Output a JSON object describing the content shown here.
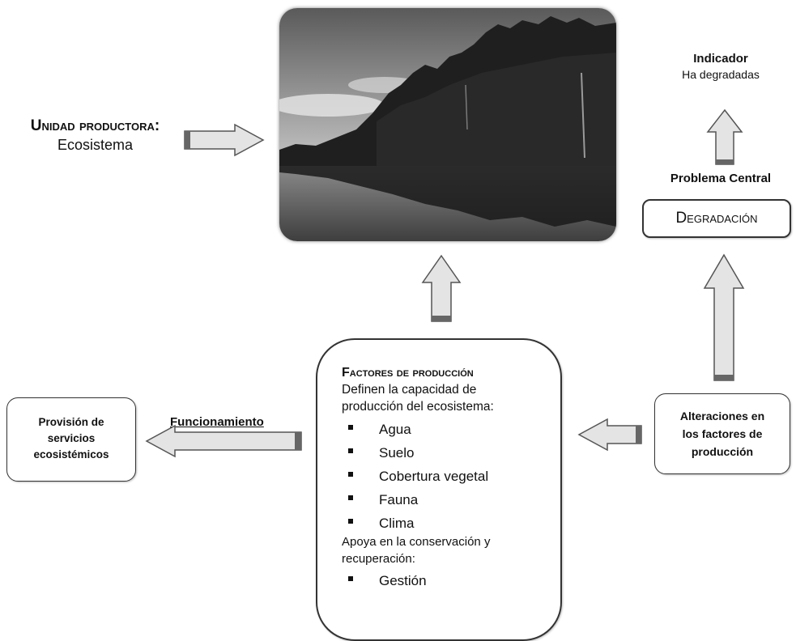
{
  "unidad": {
    "heading": "Unidad productora:",
    "value": "Ecosistema"
  },
  "indicador": {
    "title": "Indicador",
    "value": "Ha degradadas"
  },
  "problema": {
    "label": "Problema Central",
    "value": "Degradación"
  },
  "factores": {
    "heading": "Factores de producción",
    "intro_line1": "Definen la capacidad de",
    "intro_line2": "producción del ecosistema:",
    "items": [
      "Agua",
      "Suelo",
      "Cobertura vegetal",
      "Fauna",
      "Clima"
    ],
    "support_line1": "Apoya en la conservación y",
    "support_line2": "recuperación:",
    "support_items": [
      "Gestión"
    ]
  },
  "provision": {
    "line1": "Provisión de",
    "line2": "servicios",
    "line3": "ecosistémicos"
  },
  "funcionamiento": "Funcionamiento",
  "alteraciones": {
    "line1": "Alteraciones en",
    "line2": "los factores de",
    "line3": "producción"
  },
  "photo": {
    "subject": "forest-river-photo"
  }
}
